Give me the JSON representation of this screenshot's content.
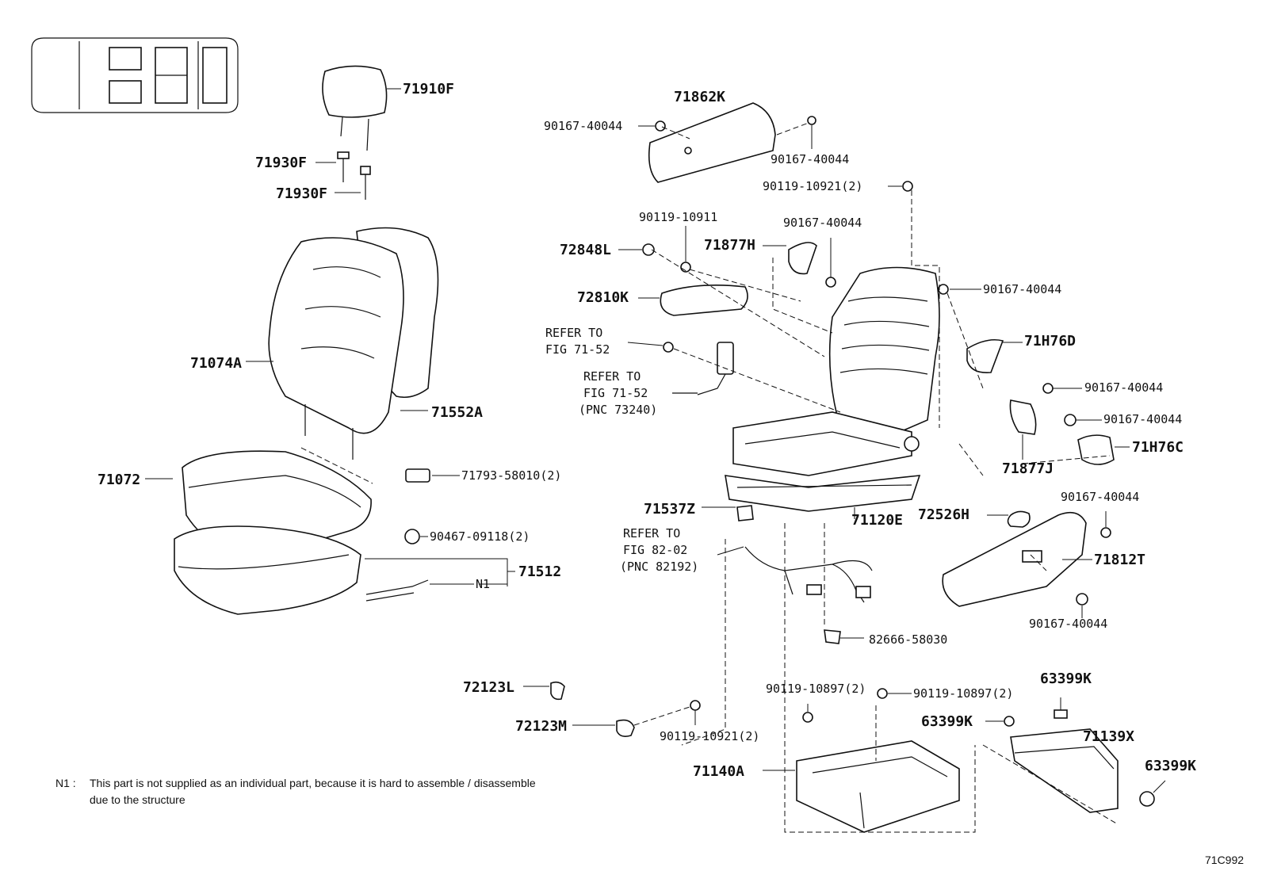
{
  "diagram_id": "71C992",
  "labels": {
    "l71910F": "71910F",
    "l71930F_a": "71930F",
    "l71930F_b": "71930F",
    "l71074A": "71074A",
    "l71552A": "71552A",
    "l71072": "71072",
    "l71793": "71793-58010(2)",
    "l90467": "90467-09118(2)",
    "l71512": "71512",
    "lN1": "N1",
    "l71862K": "71862K",
    "l90167_a": "90167-40044",
    "l90167_b": "90167-40044",
    "l90119_10921a": "90119-10921(2)",
    "l90119_10911": "90119-10911",
    "l90167_c": "90167-40044",
    "l72848L": "72848L",
    "l71877H": "71877H",
    "l90167_d": "90167-40044",
    "l72810K": "72810K",
    "l71H76D": "71H76D",
    "l90167_e": "90167-40044",
    "l90167_f": "90167-40044",
    "l71H76C": "71H76C",
    "l71877J": "71877J",
    "l71537Z": "71537Z",
    "l71120E": "71120E",
    "l72526H": "72526H",
    "l90167_g": "90167-40044",
    "l71812T": "71812T",
    "l90167_h": "90167-40044",
    "l82666": "82666-58030",
    "l72123L": "72123L",
    "l72123M": "72123M",
    "l90119_10921b": "90119-10921(2)",
    "l90119_10897a": "90119-10897(2)",
    "l90119_10897b": "90119-10897(2)",
    "l63399K_a": "63399K",
    "l63399K_b": "63399K",
    "l63399K_c": "63399K",
    "l71139X": "71139X",
    "l71140A": "71140A"
  },
  "refs": {
    "ref1_line1": "REFER TO",
    "ref1_line2": "FIG 71-52",
    "ref2_line1": "REFER TO",
    "ref2_line2": "FIG 71-52",
    "ref2_line3": "(PNC 73240)",
    "ref3_line1": "REFER TO",
    "ref3_line2": "FIG 82-02",
    "ref3_line3": "(PNC 82192)"
  },
  "footnote": {
    "prefix": "N1 :",
    "line1": "This part is not supplied as an individual part, because it is hard to assemble / disassemble",
    "line2": "due to the structure"
  }
}
